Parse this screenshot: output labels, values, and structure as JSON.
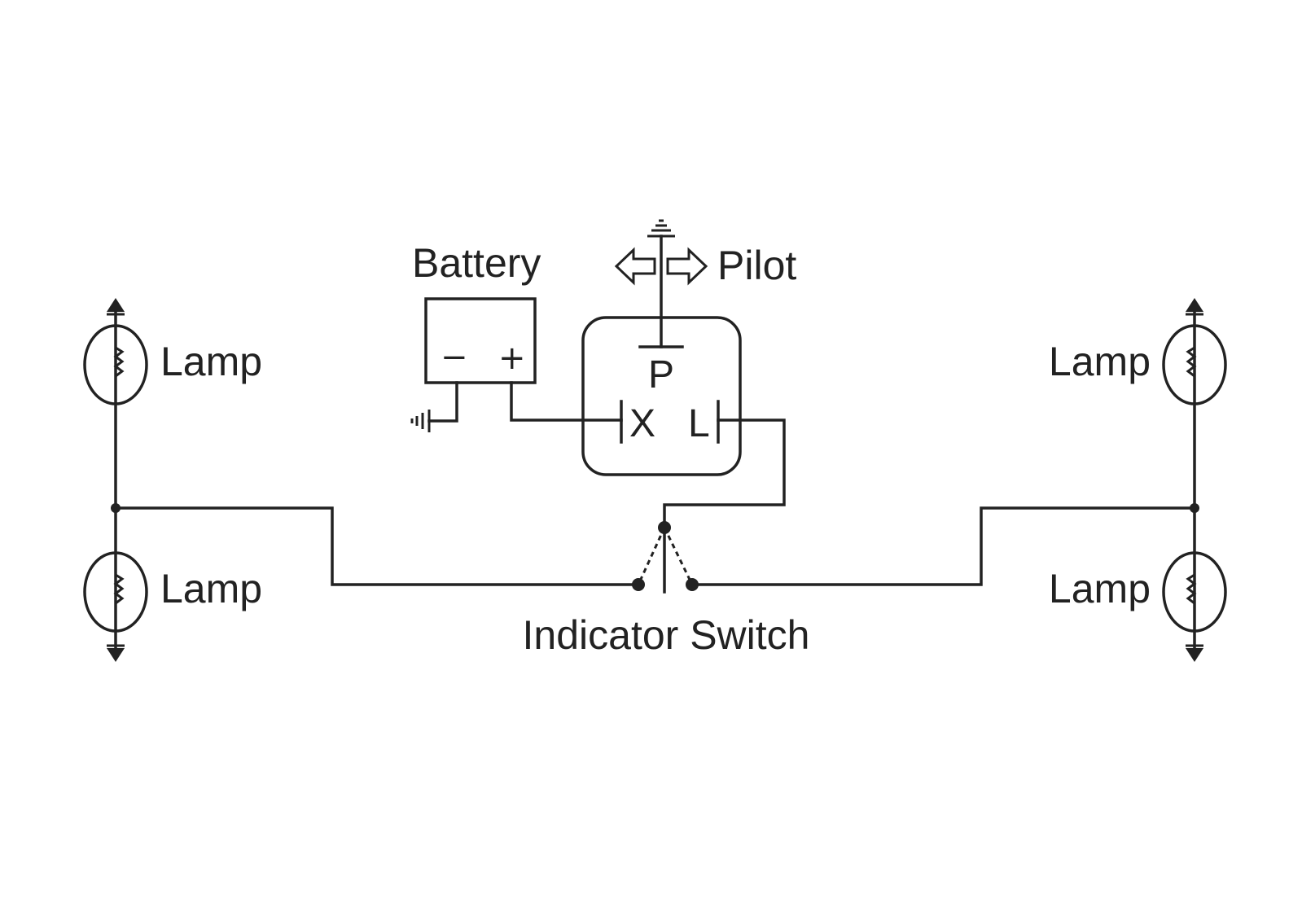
{
  "labels": {
    "battery": "Battery",
    "pilot": "Pilot",
    "lamp_top_left": "Lamp",
    "lamp_bottom_left": "Lamp",
    "lamp_top_right": "Lamp",
    "lamp_bottom_right": "Lamp",
    "indicator_switch": "Indicator Switch"
  },
  "battery": {
    "minus": "−",
    "plus": "+"
  },
  "flasher": {
    "terminal_p": "P",
    "terminal_x": "X",
    "terminal_l": "L"
  }
}
